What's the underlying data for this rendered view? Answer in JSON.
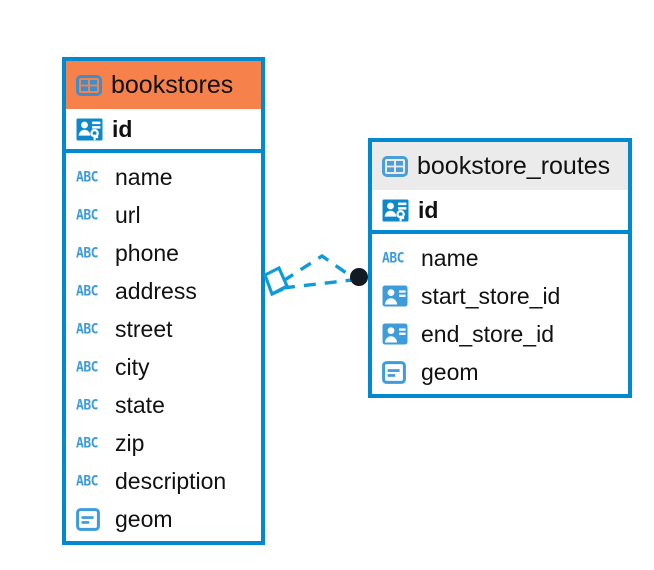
{
  "diagram": {
    "type": "entity-relationship-diagram",
    "background_color": "#ffffff",
    "accent_color": "#0089ce",
    "highlight_color": "#f7814b"
  },
  "entities": [
    {
      "name": "bookstores",
      "header_icon": "table-icon",
      "header_color": "#f7814b",
      "fields": [
        {
          "name": "id",
          "icon": "primary-key-icon",
          "bold": true
        },
        {
          "name": "name",
          "icon": "abc-icon",
          "bold": false
        },
        {
          "name": "url",
          "icon": "abc-icon",
          "bold": false
        },
        {
          "name": "phone",
          "icon": "abc-icon",
          "bold": false
        },
        {
          "name": "address",
          "icon": "abc-icon",
          "bold": false
        },
        {
          "name": "street",
          "icon": "abc-icon",
          "bold": false
        },
        {
          "name": "city",
          "icon": "abc-icon",
          "bold": false
        },
        {
          "name": "state",
          "icon": "abc-icon",
          "bold": false
        },
        {
          "name": "zip",
          "icon": "abc-icon",
          "bold": false
        },
        {
          "name": "description",
          "icon": "abc-icon",
          "bold": false
        },
        {
          "name": "geom",
          "icon": "geometry-icon",
          "bold": false
        }
      ]
    },
    {
      "name": "bookstore_routes",
      "header_icon": "table-icon",
      "header_color": "#ebebeb",
      "fields": [
        {
          "name": "id",
          "icon": "primary-key-icon",
          "bold": true
        },
        {
          "name": "name",
          "icon": "abc-icon",
          "bold": false
        },
        {
          "name": "start_store_id",
          "icon": "foreign-key-icon",
          "bold": false
        },
        {
          "name": "end_store_id",
          "icon": "foreign-key-icon",
          "bold": false
        },
        {
          "name": "geom",
          "icon": "geometry-icon",
          "bold": false
        }
      ]
    }
  ],
  "relationship": {
    "source_entity": "bookstores",
    "target_entity": "bookstore_routes",
    "source_marker": "diamond-outline-marker",
    "target_marker": "filled-circle-marker",
    "line_style": "dashed",
    "line_color": "#0e9bd8"
  },
  "icon_labels": {
    "abc": "ABC"
  }
}
